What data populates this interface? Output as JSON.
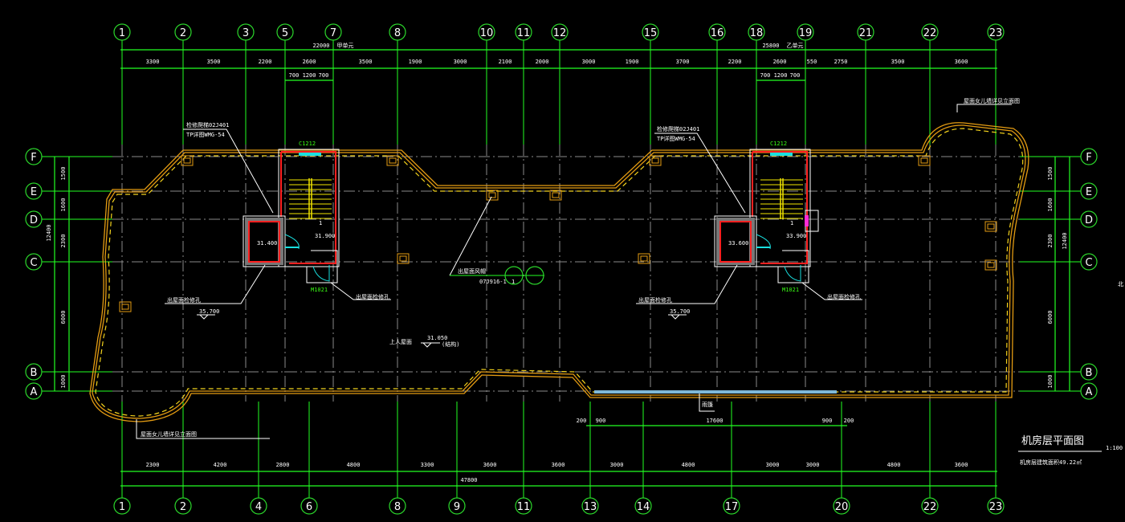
{
  "drawing": {
    "title": "机房层平面图",
    "scale": "1:100",
    "area_note": "机房层建筑面积49.22㎡",
    "side_note": "北"
  },
  "grid": {
    "top_columns": [
      "1",
      "2",
      "3",
      "5",
      "7",
      "8",
      "10",
      "11",
      "12",
      "15",
      "16",
      "18",
      "19",
      "21",
      "22",
      "23"
    ],
    "bottom_columns": [
      "1",
      "2",
      "4",
      "6",
      "8",
      "9",
      "11",
      "13",
      "14",
      "17",
      "20",
      "22",
      "23"
    ],
    "rows": [
      "F",
      "E",
      "D",
      "C",
      "B",
      "A"
    ]
  },
  "dimensions": {
    "top_units": [
      {
        "value": "22000",
        "label": "甲单元"
      },
      {
        "value": "25800",
        "label": "乙单元"
      }
    ],
    "top_segments": [
      "3300",
      "3500",
      "2200",
      "2600",
      "3500",
      "1900",
      "3000",
      "2100",
      "2000",
      "3000",
      "1900",
      "3700",
      "2200",
      "2600",
      "550",
      "2750",
      "3500",
      "3600"
    ],
    "top_stair_left": [
      "700",
      "1200",
      "700"
    ],
    "top_stair_right": [
      "700",
      "1200",
      "700"
    ],
    "bottom_segments": [
      "2300",
      "4200",
      "2800",
      "4800",
      "3300",
      "3600",
      "3600",
      "3000",
      "4800",
      "3000",
      "3000",
      "4800",
      "3600"
    ],
    "bottom_total": "47800",
    "bottom_inner": [
      "200",
      "900",
      "17600",
      "900",
      "200"
    ],
    "left_segments": [
      "1500",
      "1600",
      "2300",
      "6000",
      "1000"
    ],
    "left_total": "12400",
    "right_segments": [
      "1500",
      "1600",
      "2300",
      "6000",
      "1000"
    ],
    "right_total": "12400"
  },
  "annotations": {
    "left_core": {
      "window": "C1212",
      "door": "M1021",
      "elev_level": "31.400",
      "stair_level": "31.900",
      "roof_level": "35.700",
      "stair_no": "1",
      "leader_top": "检修爬梯02J401",
      "leader_top2": "TP详图WMG-54",
      "leader_bottom": "出屋面检修孔"
    },
    "right_core": {
      "window": "C1212",
      "door": "M1021",
      "elev_level": "33.600",
      "stair_level": "33.900",
      "roof_level": "35.700",
      "stair_no": "1",
      "leader_top": "检修爬梯02J401",
      "leader_top2": "TP详图WMG-54",
      "leader_bottom": "出屋面检修孔"
    },
    "center_note": "出屋面风帽",
    "center_note2": "07J916-1",
    "detail_bubble": "1",
    "roof_label": "上人屋面",
    "roof_level": "31.050",
    "roof_level_note": "(结构)",
    "canopy": "雨篷",
    "outline_note_top": "屋面女儿墙详见立面图",
    "outline_note_bottom": "屋面女儿墙详见立面图"
  }
}
